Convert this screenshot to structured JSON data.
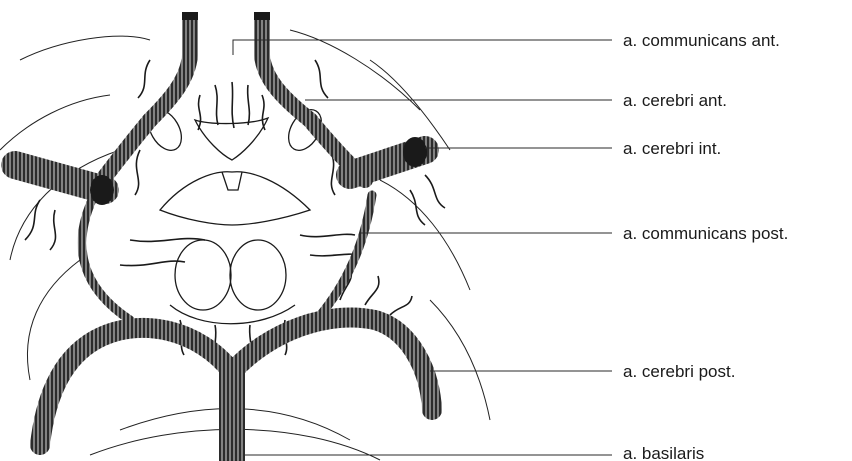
{
  "labels": {
    "communicans_ant": "a. communicans ant.",
    "cerebri_ant": "a. cerebri ant.",
    "cerebri_int": "a. cerebri int.",
    "communicans_post": "a. communicans post.",
    "cerebri_post": "a. cerebri post.",
    "basilaris": "a. basilaris"
  },
  "colors": {
    "vessel": "#2b2b2b",
    "vessel_texture": "#f2f2f2",
    "line": "#1a1a1a",
    "background": "#ffffff"
  }
}
